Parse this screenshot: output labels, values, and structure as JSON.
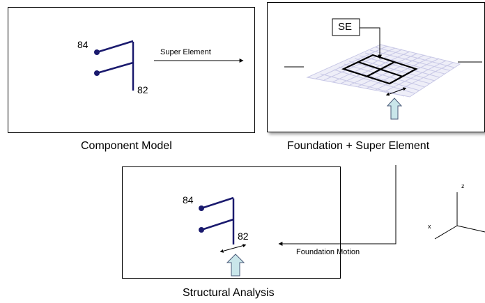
{
  "panels": {
    "component_model": {
      "caption": "Component Model",
      "node_top": "84",
      "node_bottom": "82",
      "arrow_label": "Super Element"
    },
    "foundation": {
      "caption": "Foundation + Super Element",
      "se_label": "SE"
    },
    "structural_analysis": {
      "caption": "Structural Analysis",
      "node_top": "84",
      "node_bottom": "82",
      "arrow_label": "Foundation Motion"
    }
  },
  "axes": {
    "z_label": "z",
    "x_label": "x"
  },
  "colors": {
    "component": "#1a1a6e",
    "grid": "#c8c8e6",
    "up_arrow_fill": "#c9e6ea",
    "up_arrow_stroke": "#4a5a78"
  }
}
